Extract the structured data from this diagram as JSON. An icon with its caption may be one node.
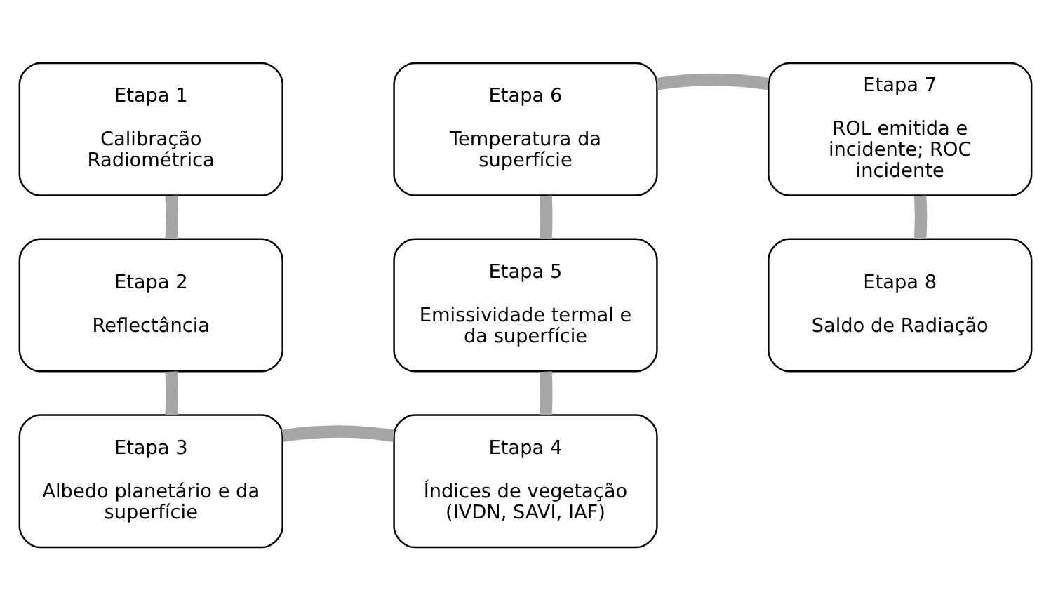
{
  "diagram": {
    "nodes": [
      {
        "text": [
          "Etapa 1",
          "Calibração Radiométrica"
        ]
      },
      {
        "text": [
          "Etapa 2",
          "Reflectância"
        ]
      },
      {
        "text": [
          "Etapa 3",
          "Albedo planetário e da superfície"
        ]
      },
      {
        "text": [
          "Etapa 4",
          "Índices de vegetação (IVDN, SAVI, IAF)"
        ]
      },
      {
        "text": [
          "Etapa 5",
          "Emissividade termal e da superfície"
        ]
      },
      {
        "text": [
          "Etapa 6",
          "Temperatura da superfície"
        ]
      },
      {
        "text": [
          "Etapa 7",
          "ROL emitida e incidente; ROC incidente"
        ]
      },
      {
        "text": [
          "Etapa 8",
          "Saldo de Radiação"
        ]
      }
    ],
    "edges": [
      {
        "from": 0,
        "to": 1,
        "arrow": "none"
      },
      {
        "from": 1,
        "to": 2,
        "arrow": "none"
      },
      {
        "from": 2,
        "to": 3,
        "arrow": "none"
      },
      {
        "from": 3,
        "to": 4,
        "arrow": "none"
      },
      {
        "from": 4,
        "to": 5,
        "arrow": "none"
      },
      {
        "from": 5,
        "to": 6,
        "arrow": "none"
      },
      {
        "from": 6,
        "to": 7,
        "arrow": "none"
      }
    ]
  }
}
